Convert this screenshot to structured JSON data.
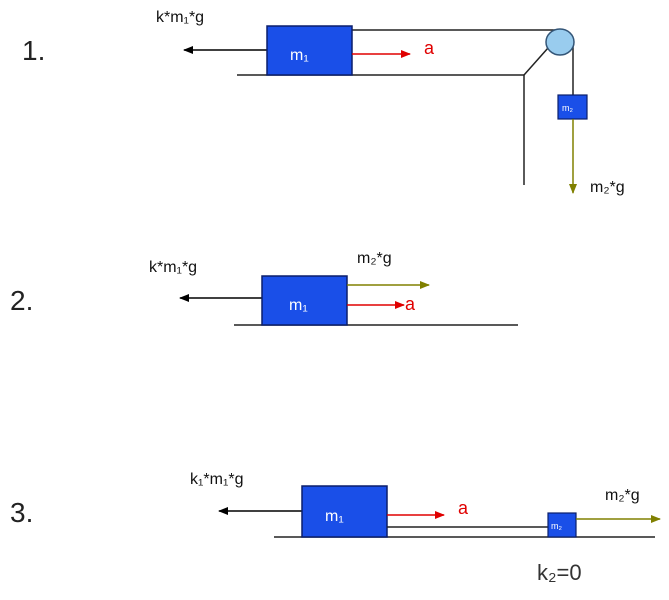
{
  "colors": {
    "block_fill": "#1a4fe8",
    "block_stroke": "#0b1f6b",
    "pulley": "#99ccee",
    "accel": "#e00000",
    "weight": "#808000",
    "friction": "#000000",
    "line": "#222222"
  },
  "diagram1": {
    "number": "1.",
    "friction_label": "k*m₁*g",
    "block1_label": "m₁",
    "accel_label": "a",
    "block2_label": "m₂",
    "weight_label": "m₂*g"
  },
  "diagram2": {
    "number": "2.",
    "friction_label": "k*m₁*g",
    "weight_label": "m₂*g",
    "block1_label": "m₁",
    "accel_label": "a"
  },
  "diagram3": {
    "number": "3.",
    "friction_label": "k₁*m₁*g",
    "block1_label": "m₁",
    "accel_label": "a",
    "block2_label": "m₂",
    "weight_label": "m₂*g",
    "k2_label": "k₂=0"
  }
}
